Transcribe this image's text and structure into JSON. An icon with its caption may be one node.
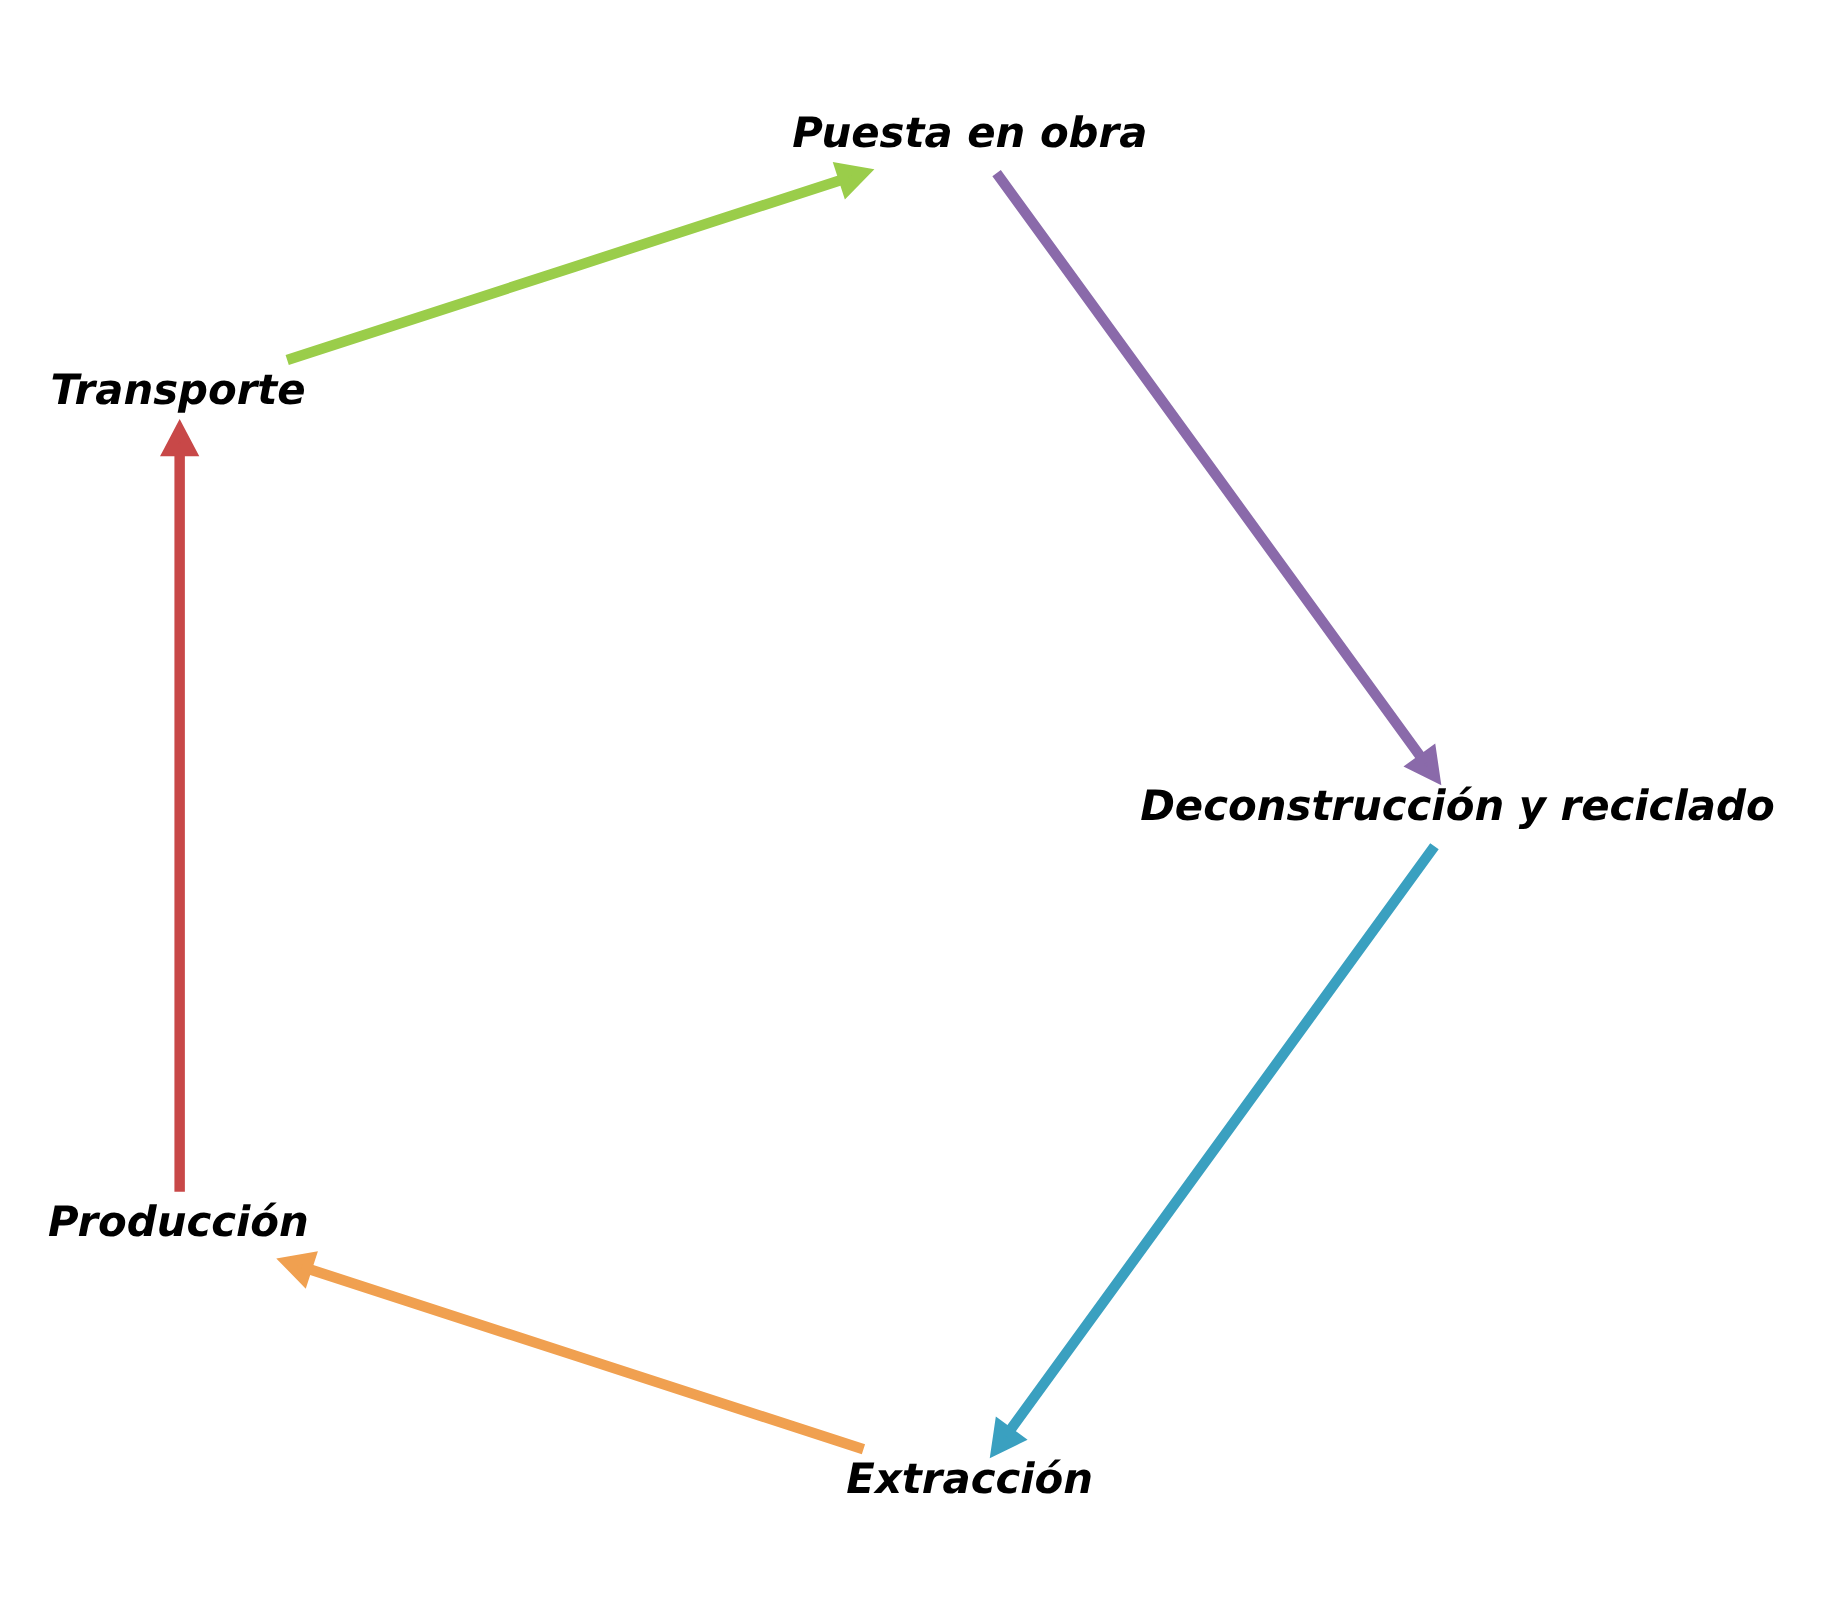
{
  "diagram": {
    "nodes": [
      {
        "text": [
          "Extracción"
        ]
      },
      {
        "text": [
          "Producción"
        ]
      },
      {
        "text": [
          "Transporte"
        ]
      },
      {
        "text": [
          "Puesta en obra"
        ]
      },
      {
        "text": [
          "Deconstrucción y reciclado"
        ]
      }
    ],
    "edges": [
      {
        "from": 0,
        "to": 1,
        "arrow": "to",
        "color": "#f0a050"
      },
      {
        "from": 1,
        "to": 2,
        "arrow": "to",
        "color": "#c84848"
      },
      {
        "from": 2,
        "to": 3,
        "arrow": "to",
        "color": "#9acd4a"
      },
      {
        "from": 3,
        "to": 4,
        "arrow": "to",
        "color": "#8a6aaa"
      },
      {
        "from": 4,
        "to": 0,
        "arrow": "to",
        "color": "#3aa0c0"
      }
    ]
  }
}
